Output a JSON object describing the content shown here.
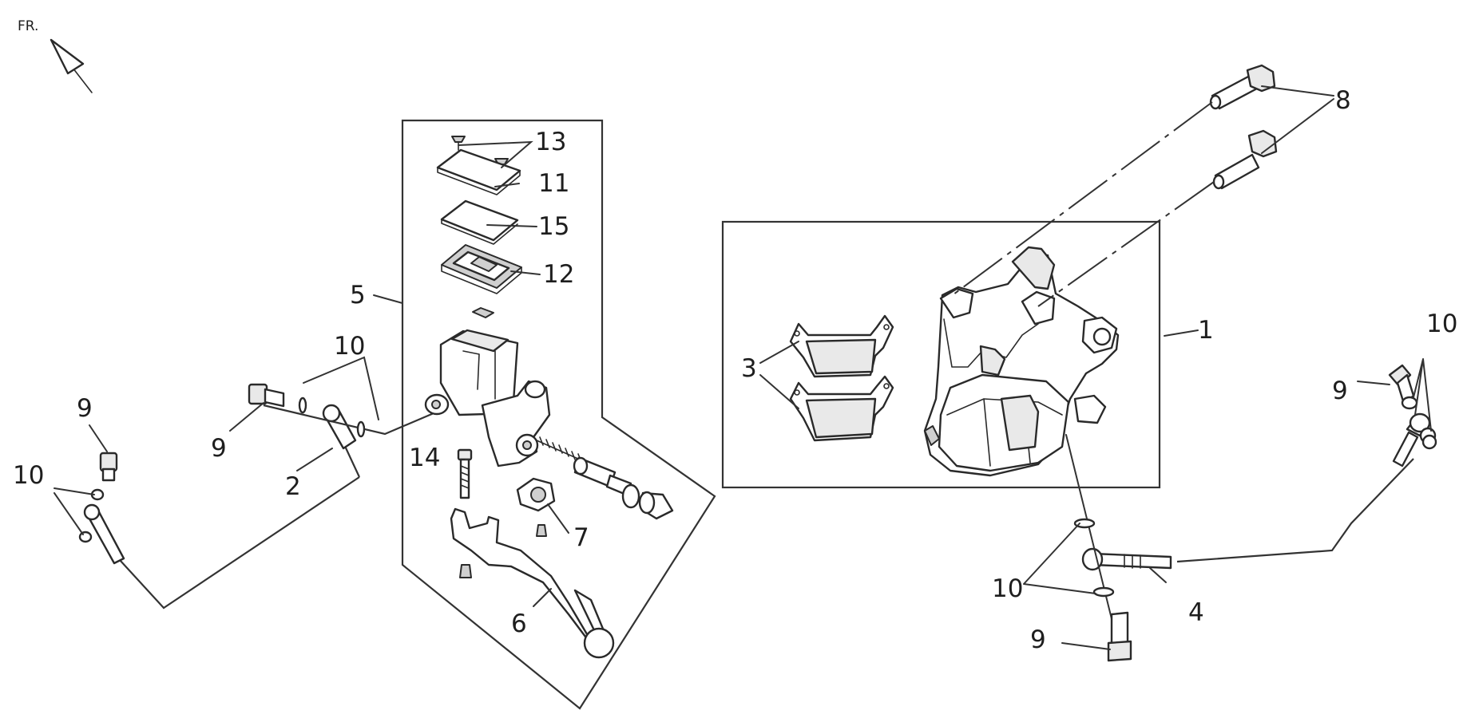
{
  "diagram": {
    "orientation_label": "FR.",
    "callouts": {
      "c1": "1",
      "c2": "2",
      "c3": "3",
      "c4": "4",
      "c5": "5",
      "c6": "6",
      "c7": "7",
      "c8": "8",
      "c9_left": "9",
      "c9_mid": "9",
      "c9_right": "9",
      "c9_bottom": "9",
      "c10_left": "10",
      "c10_mid": "10",
      "c10_right": "10",
      "c10_bottom": "10",
      "c11": "11",
      "c12": "12",
      "c13": "13",
      "c14": "14",
      "c15": "15"
    }
  }
}
